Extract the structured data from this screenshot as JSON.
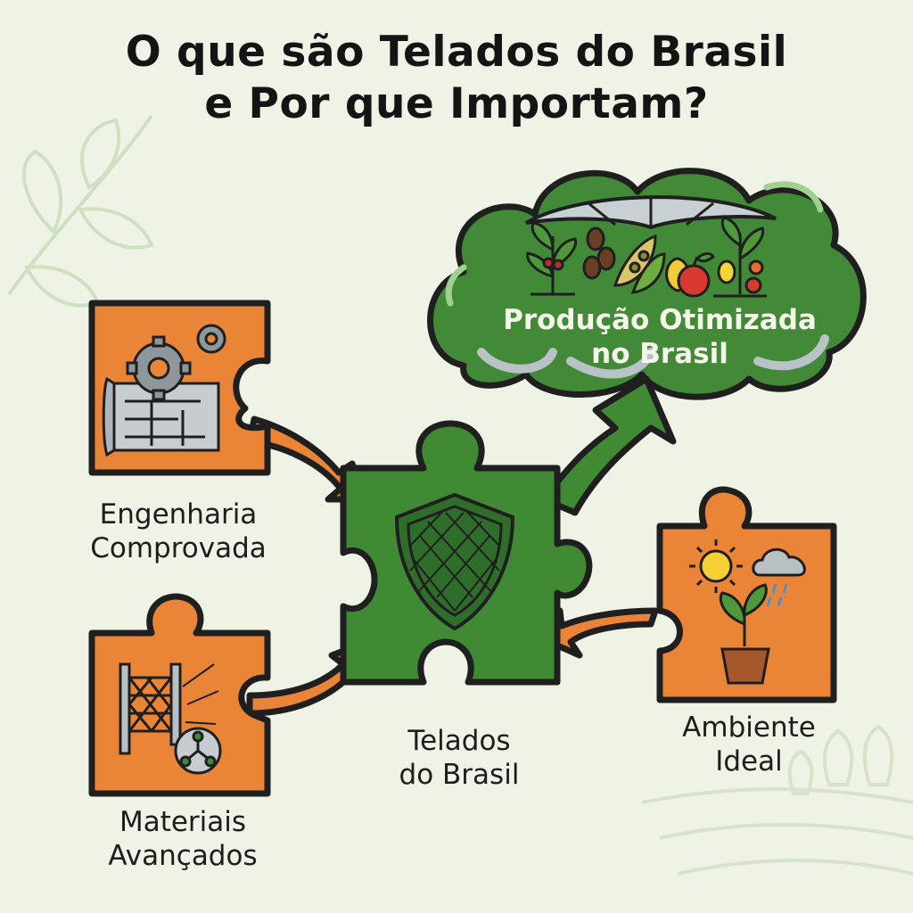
{
  "title": {
    "line1": "O que são Telados do Brasil",
    "line2": "e Por que Importam?"
  },
  "nodes": {
    "engenharia": {
      "line1": "Engenharia",
      "line2": "Comprovada"
    },
    "materiais": {
      "line1": "Materiais",
      "line2": "Avançados"
    },
    "center": {
      "line1": "Telados",
      "line2": "do Brasil"
    },
    "ambiente": {
      "line1": "Ambiente",
      "line2": "Ideal"
    },
    "producao": {
      "line1": "Produção Otimizada",
      "line2": "no Brasil"
    }
  },
  "colors": {
    "background": "#eef3e6",
    "orange": "#ea8537",
    "green": "#3f8a33",
    "cloud_green": "#428a38",
    "outline": "#1f1f1f"
  },
  "icons": [
    "gear-icon",
    "blueprint-icon",
    "shield-net-icon",
    "mesh-net-icon",
    "molecule-icon",
    "sun-icon",
    "rain-cloud-icon",
    "potted-plant-icon",
    "greenhouse-roof-icon",
    "crops-icon"
  ]
}
